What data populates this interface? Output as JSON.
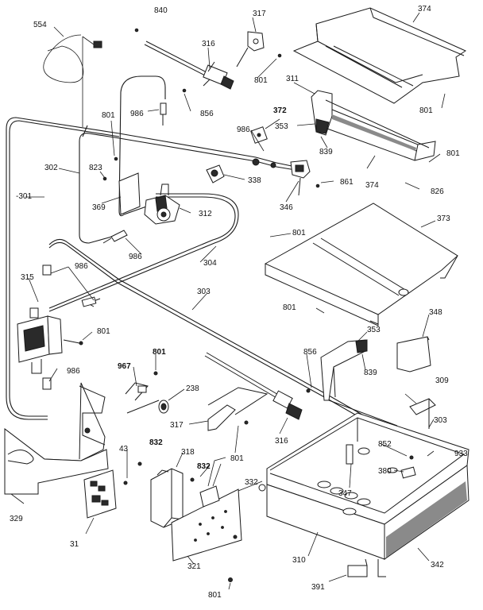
{
  "labels": [
    {
      "id": "p840",
      "text": "840"
    },
    {
      "id": "p317a",
      "text": "317"
    },
    {
      "id": "p374a",
      "text": "374"
    },
    {
      "id": "p554",
      "text": "554"
    },
    {
      "id": "p316a",
      "text": "316"
    },
    {
      "id": "p801a",
      "text": "801"
    },
    {
      "id": "p311",
      "text": "311"
    },
    {
      "id": "p801b",
      "text": "801"
    },
    {
      "id": "p856a",
      "text": "856"
    },
    {
      "id": "p986a",
      "text": "986"
    },
    {
      "id": "p801c",
      "text": "801"
    },
    {
      "id": "p372",
      "text": "372"
    },
    {
      "id": "p986b",
      "text": "986"
    },
    {
      "id": "p353a",
      "text": "353"
    },
    {
      "id": "p839a",
      "text": "839"
    },
    {
      "id": "p801d",
      "text": "801"
    },
    {
      "id": "p823",
      "text": "823"
    },
    {
      "id": "p302",
      "text": "302"
    },
    {
      "id": "p338",
      "text": "338"
    },
    {
      "id": "p374b",
      "text": "374"
    },
    {
      "id": "p826",
      "text": "826"
    },
    {
      "id": "p861",
      "text": "861"
    },
    {
      "id": "p301",
      "text": "-301"
    },
    {
      "id": "p369",
      "text": "369"
    },
    {
      "id": "p312",
      "text": "312"
    },
    {
      "id": "p346",
      "text": "346"
    },
    {
      "id": "p373",
      "text": "373"
    },
    {
      "id": "p801e",
      "text": "801"
    },
    {
      "id": "p986c",
      "text": "986"
    },
    {
      "id": "p304",
      "text": "304"
    },
    {
      "id": "p315",
      "text": "315"
    },
    {
      "id": "p986d",
      "text": "986"
    },
    {
      "id": "p303a",
      "text": "303"
    },
    {
      "id": "p801f",
      "text": "801"
    },
    {
      "id": "p348",
      "text": "348"
    },
    {
      "id": "p353b",
      "text": "353"
    },
    {
      "id": "p801g",
      "text": "801"
    },
    {
      "id": "p856b",
      "text": "856"
    },
    {
      "id": "p839b",
      "text": "839"
    },
    {
      "id": "p967",
      "text": "967"
    },
    {
      "id": "p801h",
      "text": "801"
    },
    {
      "id": "p986e",
      "text": "986"
    },
    {
      "id": "p238",
      "text": "238"
    },
    {
      "id": "p309",
      "text": "309"
    },
    {
      "id": "p303b",
      "text": "303"
    },
    {
      "id": "p317b",
      "text": "317"
    },
    {
      "id": "p316b",
      "text": "316"
    },
    {
      "id": "p832a",
      "text": "832"
    },
    {
      "id": "p852",
      "text": "852"
    },
    {
      "id": "p933",
      "text": "933"
    },
    {
      "id": "p43",
      "text": "43"
    },
    {
      "id": "p318",
      "text": "318"
    },
    {
      "id": "p801i",
      "text": "801"
    },
    {
      "id": "p832b",
      "text": "832"
    },
    {
      "id": "p380",
      "text": "380"
    },
    {
      "id": "p347",
      "text": "347"
    },
    {
      "id": "p332",
      "text": "332"
    },
    {
      "id": "p329",
      "text": "329"
    },
    {
      "id": "p31",
      "text": "31"
    },
    {
      "id": "p310",
      "text": "310"
    },
    {
      "id": "p321",
      "text": "321"
    },
    {
      "id": "p342",
      "text": "342"
    },
    {
      "id": "p391",
      "text": "391"
    },
    {
      "id": "p801j",
      "text": "801"
    }
  ]
}
